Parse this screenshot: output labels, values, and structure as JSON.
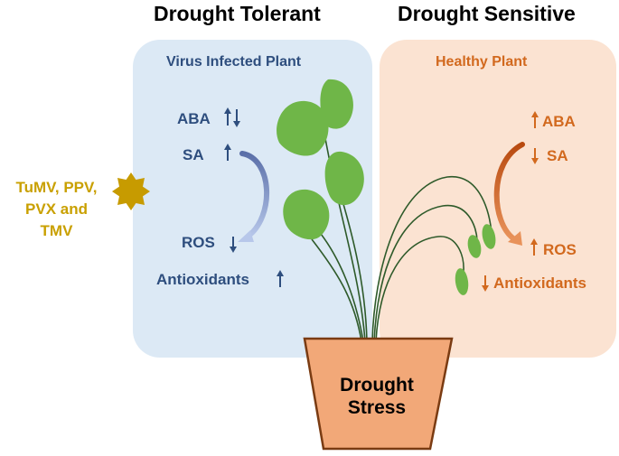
{
  "titles": {
    "left": "Drought Tolerant",
    "right": "Drought Sensitive"
  },
  "panels": {
    "left": {
      "title": "Virus Infected Plant",
      "labels": {
        "aba": "ABA",
        "sa": "SA",
        "ros": "ROS",
        "antioxidants": "Antioxidants"
      }
    },
    "right": {
      "title": "Healthy Plant",
      "labels": {
        "aba": "ABA",
        "sa": "SA",
        "ros": "ROS",
        "antioxidants": "Antioxidants"
      }
    }
  },
  "viruses": {
    "line1": "TuMV, PPV,",
    "line2": "PVX and",
    "line3": "TMV"
  },
  "pot": {
    "line1": "Drought",
    "line2": "Stress"
  },
  "colors": {
    "left_panel_bg": "#dce9f5",
    "right_panel_bg": "#fbe3d2",
    "blue_text": "#2e4e7e",
    "orange_text": "#d2691e",
    "virus_gold": "#c9a000",
    "leaf_green": "#6fb648",
    "stem_green": "#2e5a2a",
    "pot_fill": "#f2a878",
    "pot_stroke": "#7a3b12"
  }
}
